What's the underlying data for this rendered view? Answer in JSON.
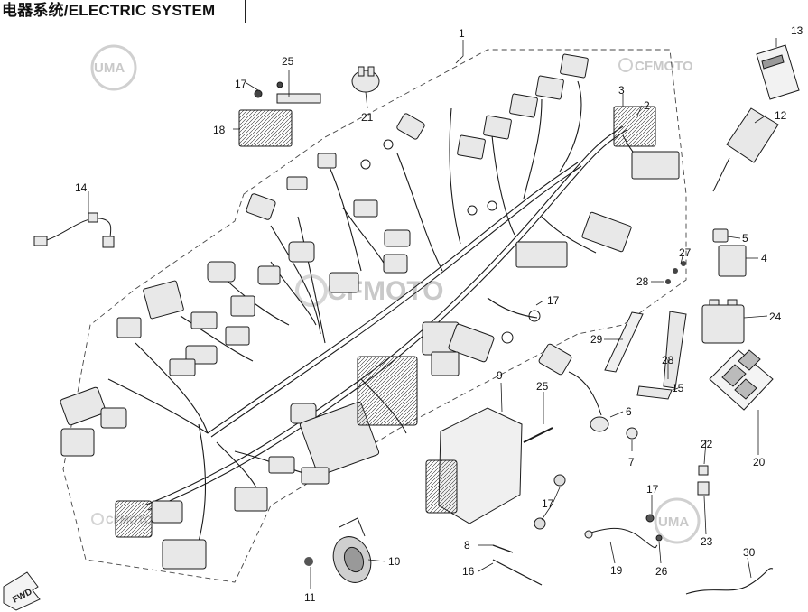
{
  "header": {
    "title": "电器系统/ELECTRIC SYSTEM"
  },
  "watermarks": {
    "uma": "UMA",
    "cfmoto": "CFMOTO"
  },
  "direction_label": "FWD",
  "callouts": [
    "1",
    "2",
    "3",
    "4",
    "5",
    "6",
    "7",
    "8",
    "9",
    "10",
    "11",
    "12",
    "13",
    "14",
    "15",
    "16",
    "17",
    "18",
    "19",
    "20",
    "21",
    "22",
    "23",
    "24",
    "25",
    "26",
    "27",
    "28",
    "29",
    "30"
  ],
  "colors": {
    "line": "#1a1a1a",
    "watermark": "#c9c9c9",
    "part_fill": "#e8e8e8"
  }
}
